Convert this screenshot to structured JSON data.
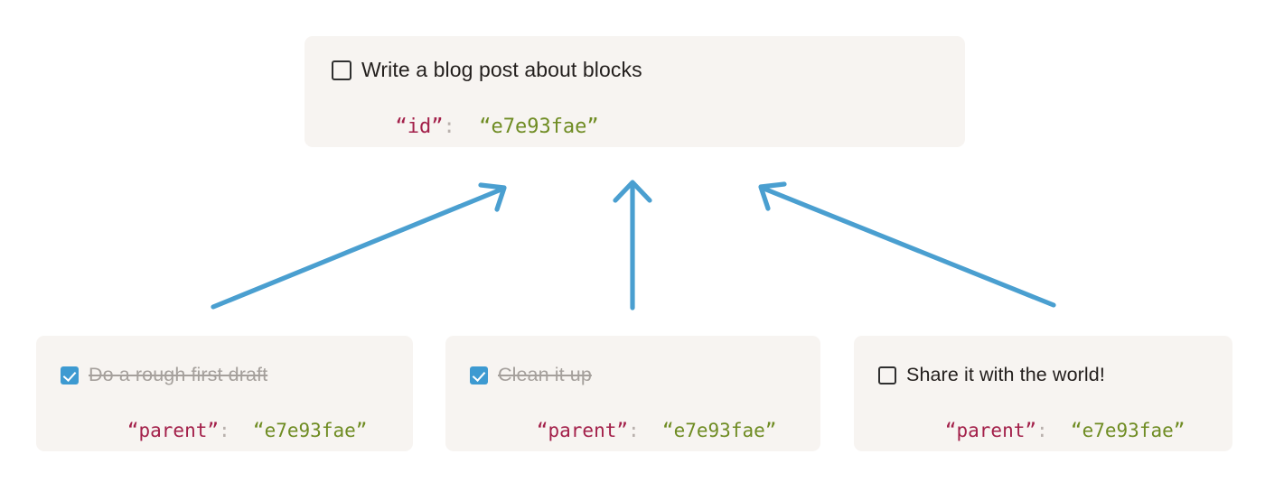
{
  "diagram": {
    "type": "block-parent-child-relationship",
    "background": "#ffffff",
    "block_bg": "#f7f4f1",
    "arrow_color": "#4a9fd0",
    "checkbox_checked_color": "#3d9ad1",
    "key_color": "#a3204a",
    "value_color": "#6f8c23",
    "done_text_color": "#a5a09c"
  },
  "parent": {
    "todo": {
      "label": "Write a blog post about blocks",
      "checked": false,
      "checkbox_icon": "checkbox-unchecked-icon"
    },
    "json": {
      "key": "“id”",
      "colon": ":",
      "value": "“e7e93fae”"
    }
  },
  "children": [
    {
      "todo": {
        "label": "Do a rough first draft",
        "checked": true,
        "checkbox_icon": "checkbox-checked-icon"
      },
      "json": {
        "key": "“parent”",
        "colon": ":",
        "value": "“e7e93fae”"
      }
    },
    {
      "todo": {
        "label": "Clean it up",
        "checked": true,
        "checkbox_icon": "checkbox-checked-icon"
      },
      "json": {
        "key": "“parent”",
        "colon": ":",
        "value": "“e7e93fae”"
      }
    },
    {
      "todo": {
        "label": "Share it with the world!",
        "checked": false,
        "checkbox_icon": "checkbox-unchecked-icon"
      },
      "json": {
        "key": "“parent”",
        "colon": ":",
        "value": "“e7e93fae”"
      }
    }
  ],
  "arrows": [
    {
      "name": "arrow-child-0-to-parent",
      "from": "child-0",
      "to": "parent",
      "direction": "up-right"
    },
    {
      "name": "arrow-child-1-to-parent",
      "from": "child-1",
      "to": "parent",
      "direction": "up"
    },
    {
      "name": "arrow-child-2-to-parent",
      "from": "child-2",
      "to": "parent",
      "direction": "up-left"
    }
  ]
}
